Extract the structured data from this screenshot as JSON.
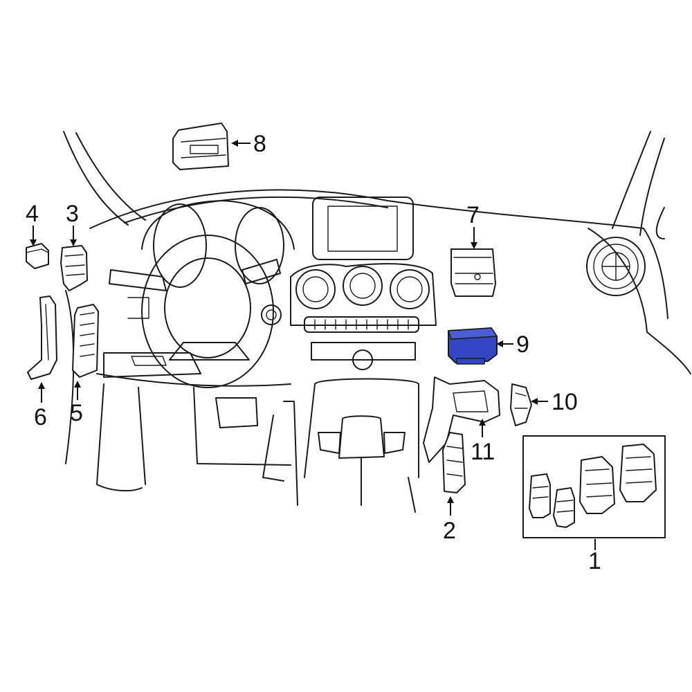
{
  "diagram": {
    "callouts": [
      {
        "id": "1",
        "label": "1"
      },
      {
        "id": "2",
        "label": "2"
      },
      {
        "id": "3",
        "label": "3"
      },
      {
        "id": "4",
        "label": "4"
      },
      {
        "id": "5",
        "label": "5"
      },
      {
        "id": "6",
        "label": "6"
      },
      {
        "id": "7",
        "label": "7"
      },
      {
        "id": "8",
        "label": "8"
      },
      {
        "id": "9",
        "label": "9"
      },
      {
        "id": "10",
        "label": "10"
      },
      {
        "id": "11",
        "label": "11"
      }
    ],
    "highlighted_part": "9",
    "colors": {
      "line": "#1a1a1a",
      "highlight": "#3347c4",
      "background": "#ffffff"
    }
  }
}
